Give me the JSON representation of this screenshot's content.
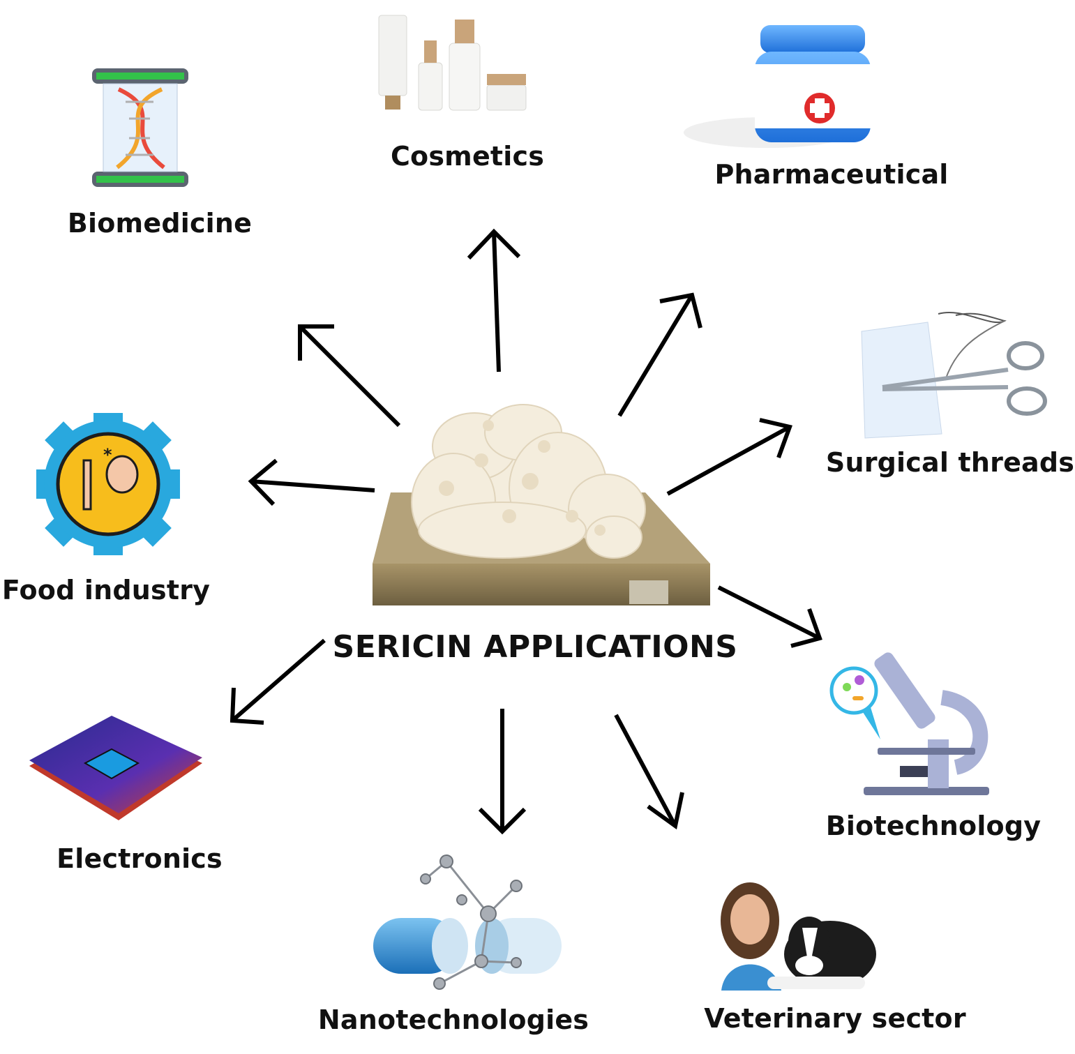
{
  "title": "SERICIN APPLICATIONS",
  "colors": {
    "arrow": "#000000",
    "text": "#111111",
    "sericin": "#f3ecdc",
    "plate": "#8c7b56"
  },
  "applications": [
    {
      "id": "cosmetics",
      "label": "Cosmetics",
      "icon": "cosmetics-bottles-icon"
    },
    {
      "id": "pharmaceutical",
      "label": "Pharmaceutical",
      "icon": "medicine-jar-icon"
    },
    {
      "id": "biomedicine",
      "label": "Biomedicine",
      "icon": "dna-capsule-icon"
    },
    {
      "id": "surgical-threads",
      "label": "Surgical threads",
      "icon": "surgical-forceps-icon"
    },
    {
      "id": "food-industry",
      "label": "Food industry",
      "icon": "food-gear-icon"
    },
    {
      "id": "biotechnology",
      "label": "Biotechnology",
      "icon": "microscope-icon"
    },
    {
      "id": "electronics",
      "label": "Electronics",
      "icon": "microchip-icon"
    },
    {
      "id": "nanotechnologies",
      "label": "Nanotechnologies",
      "icon": "nano-capsule-icon"
    },
    {
      "id": "veterinary-sector",
      "label": "Veterinary sector",
      "icon": "vet-with-dog-icon"
    }
  ],
  "center_image": "sericin-sample-on-plate"
}
